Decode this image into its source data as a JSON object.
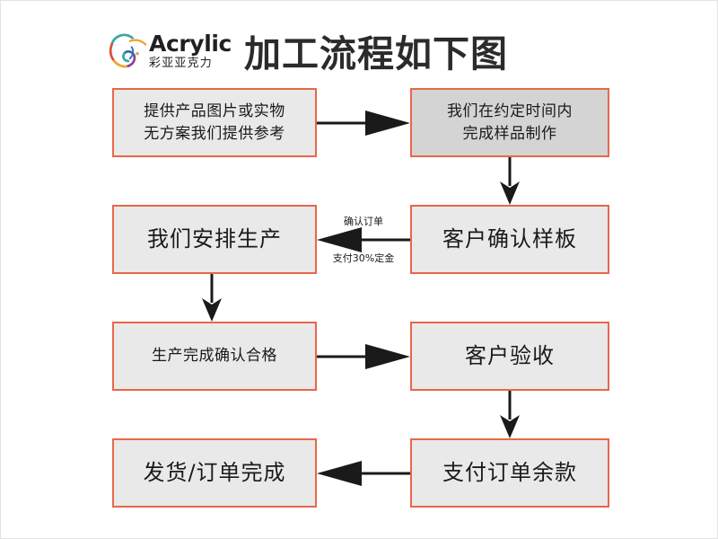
{
  "header": {
    "logo": {
      "icon": "acrylic-swirl-logo",
      "latin_name": "Acrylic",
      "chinese_name": "彩亚亚克力"
    },
    "title": "加工流程如下图"
  },
  "flow": {
    "nodes": [
      {
        "id": "node-1",
        "label": "提供产品图片或实物\n无方案我们提供参考",
        "size": "small",
        "shade": "light"
      },
      {
        "id": "node-2",
        "label": "我们在约定时间内\n完成样品制作",
        "size": "small",
        "shade": "dark"
      },
      {
        "id": "node-3",
        "label": "我们安排生产",
        "size": "large",
        "shade": "light"
      },
      {
        "id": "node-4",
        "label": "客户确认样板",
        "size": "large",
        "shade": "light"
      },
      {
        "id": "node-5",
        "label": "生产完成确认合格",
        "size": "small",
        "shade": "light"
      },
      {
        "id": "node-6",
        "label": "客户验收",
        "size": "large",
        "shade": "light"
      },
      {
        "id": "node-7",
        "label": "发货/订单完成",
        "size": "large",
        "shade": "light"
      },
      {
        "id": "node-8",
        "label": "支付订单余款",
        "size": "large",
        "shade": "light"
      }
    ],
    "edge_labels": {
      "confirm_order": "确认订单",
      "deposit": "支付30%定金"
    }
  },
  "colors": {
    "box_border": "#e8674a",
    "box_fill": "#e9e9e9",
    "box_fill_dark": "#d4d4d4",
    "arrow": "#1a1a1a",
    "title_text": "#2b2b2b",
    "canvas": "#ffffff"
  }
}
